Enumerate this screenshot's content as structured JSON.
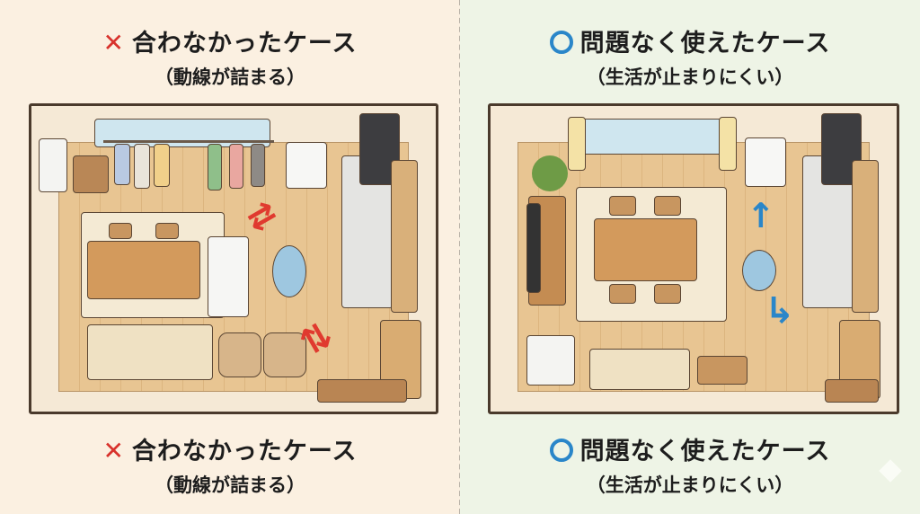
{
  "left": {
    "mark_icon": "cross-icon",
    "title": "合わなかったケース",
    "subtitle": "（動線が詰まる）",
    "bottom_title": "合わなかったケース",
    "bottom_subtitle": "（動線が詰まる）",
    "accent": "#d8322c"
  },
  "right": {
    "mark_icon": "circle-icon",
    "title": "問題なく使えたケース",
    "subtitle": "（生活が止まりにくい）",
    "bottom_title": "問題なく使えたケース",
    "bottom_subtitle": "（生活が止まりにくい）",
    "accent": "#2a86c9"
  }
}
